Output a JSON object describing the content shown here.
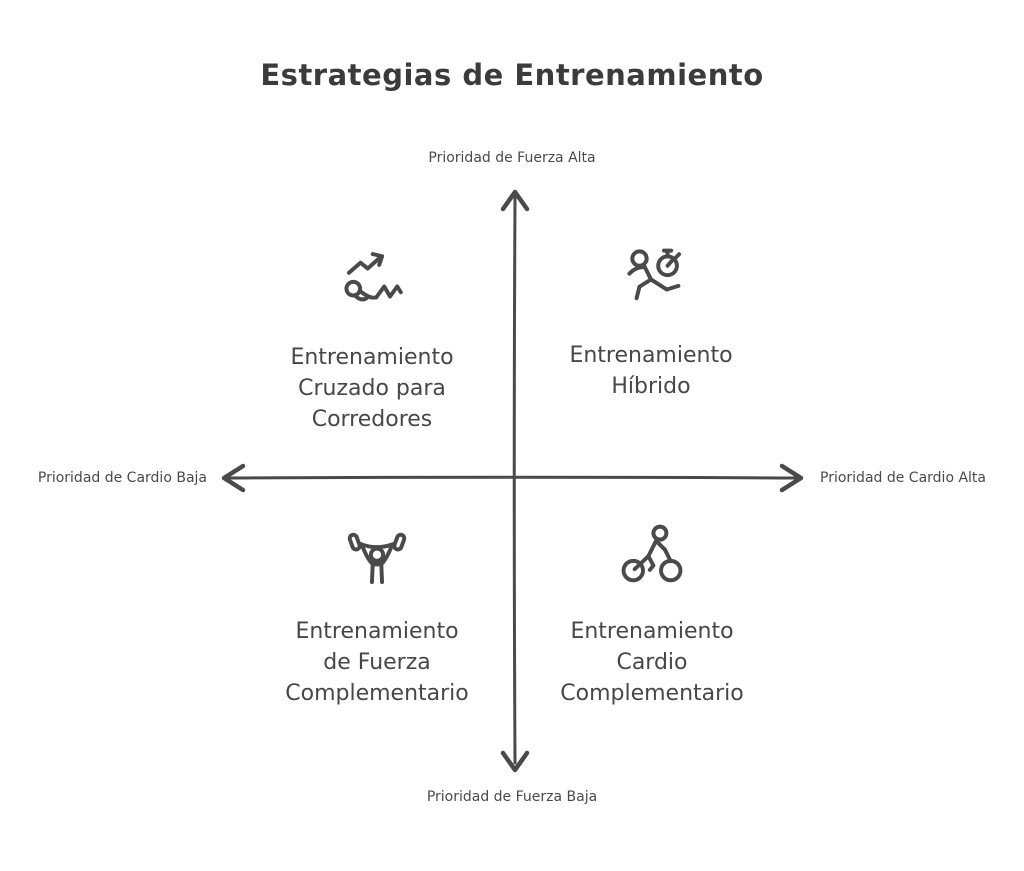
{
  "title": "Estrategias de Entrenamiento",
  "axes": {
    "top": {
      "label": "Prioridad de Fuerza Alta"
    },
    "bottom": {
      "label": "Prioridad de Fuerza Baja"
    },
    "left": {
      "label": "Prioridad de Cardio Baja"
    },
    "right": {
      "label": "Prioridad de Cardio Alta"
    }
  },
  "quadrants": {
    "top_left": {
      "label": "Entrenamiento Cruzado para Corredores",
      "lines": [
        "Entrenamiento",
        "Cruzado para",
        "Corredores"
      ],
      "icon": "crunch-exercise-trend-icon"
    },
    "top_right": {
      "label": "Entrenamiento Híbrido",
      "lines": [
        "Entrenamiento",
        "Híbrido"
      ],
      "icon": "runner-stopwatch-icon"
    },
    "bottom_left": {
      "label": "Entrenamiento de Fuerza Complementario",
      "lines": [
        "Entrenamiento",
        "de Fuerza",
        "Complementario"
      ],
      "icon": "weightlifter-icon"
    },
    "bottom_right": {
      "label": "Entrenamiento Cardio Complementario",
      "lines": [
        "Entrenamiento",
        "Cardio",
        "Complementario"
      ],
      "icon": "cyclist-icon"
    }
  },
  "colors": {
    "title": "#3b3b3b",
    "text": "#474747",
    "axis_line": "#4a4a4a",
    "background": "#ffffff"
  }
}
